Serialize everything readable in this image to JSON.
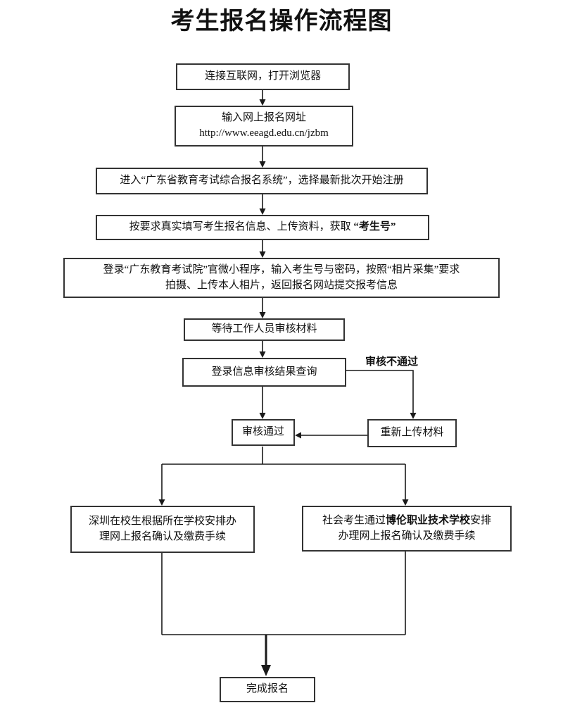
{
  "page": {
    "title": "考生报名操作流程图",
    "background_color": "#ffffff",
    "line_color": "#1a1a1a"
  },
  "labels": {
    "review_fail": "审核不通过"
  },
  "nodes": {
    "connect": {
      "line1": "连接互联网，打开浏览器"
    },
    "url": {
      "line1": "输入网上报名网址",
      "line2": "http://www.eeagd.edu.cn/jzbm"
    },
    "enter_system": {
      "line1": "进入“广东省教育考试综合报名系统”，选择最新批次开始注册"
    },
    "fill_info": {
      "text_before": "按要求真实填写考生报名信息、上传资料，获取 ",
      "text_bold": "“考生号”"
    },
    "wechat": {
      "line1": "登录“广东教育考试院”官微小程序，输入考生号与密码，按照“相片采集”要求",
      "line2": "拍摄、上传本人相片，返回报名网站提交报考信息"
    },
    "wait_review": {
      "line1": "等待工作人员审核材料"
    },
    "query_result": {
      "line1": "登录信息审核结果查询"
    },
    "pass": {
      "line1": "审核通过"
    },
    "reupload": {
      "line1": "重新上传材料"
    },
    "shenzhen": {
      "line1": "深圳在校生根据所在学校安排办",
      "line2": "理网上报名确认及缴费手续"
    },
    "social": {
      "text_before": "社会考生通过",
      "text_bold": "博伦职业技术学校",
      "text_after": "安排",
      "line2": "办理网上报名确认及缴费手续"
    },
    "complete": {
      "line1": "完成报名"
    }
  }
}
